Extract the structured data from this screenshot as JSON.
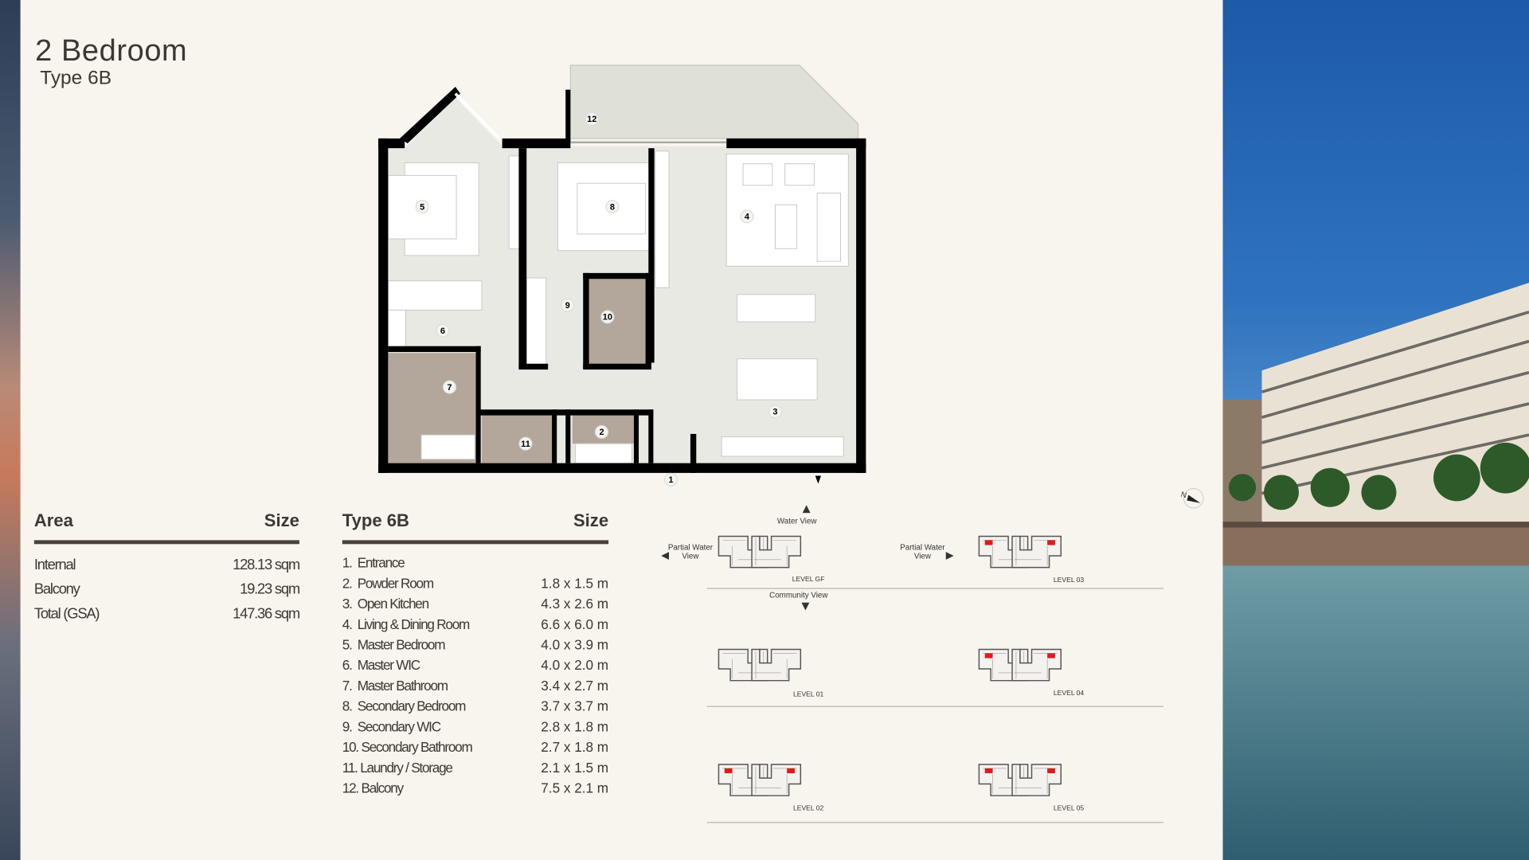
{
  "header": {
    "title": "2 Bedroom",
    "subtitle": "Type 6B"
  },
  "area_table": {
    "col1": "Area",
    "col2": "Size",
    "rows": [
      {
        "label": "Internal",
        "size": "128.13 sqm"
      },
      {
        "label": "Balcony",
        "size": "19.23 sqm"
      },
      {
        "label": "Total (GSA)",
        "size": "147.36 sqm"
      }
    ]
  },
  "rooms_table": {
    "col1": "Type 6B",
    "col2": "Size",
    "rows": [
      {
        "label": "1.  Entrance",
        "size": ""
      },
      {
        "label": "2.  Powder Room",
        "size": "1.8 x 1.5 m"
      },
      {
        "label": "3.  Open Kitchen",
        "size": "4.3 x 2.6 m"
      },
      {
        "label": "4.  Living & Dining Room",
        "size": "6.6 x 6.0 m"
      },
      {
        "label": "5.  Master Bedroom",
        "size": "4.0 x 3.9 m"
      },
      {
        "label": "6.  Master WIC",
        "size": "4.0 x 2.0 m"
      },
      {
        "label": "7.  Master Bathroom",
        "size": "3.4 x 2.7 m"
      },
      {
        "label": "8.  Secondary Bedroom",
        "size": "3.7 x 3.7 m"
      },
      {
        "label": "9.  Secondary WIC",
        "size": "2.8 x 1.8 m"
      },
      {
        "label": "10. Secondary Bathroom",
        "size": "2.7 x 1.8 m"
      },
      {
        "label": "11. Laundry / Storage",
        "size": "2.1 x 1.5 m"
      },
      {
        "label": "12. Balcony",
        "size": "7.5 x 2.1 m"
      }
    ]
  },
  "floorplan": {
    "room_numbers": [
      "1",
      "2",
      "3",
      "4",
      "5",
      "6",
      "7",
      "8",
      "9",
      "10",
      "11",
      "12"
    ]
  },
  "keyplan": {
    "views": {
      "top": "Water View",
      "bottom": "Community View",
      "left": "Partial Water View",
      "right": "Partial Water View"
    },
    "levels": [
      {
        "label": "LEVEL GF",
        "highlighted": false
      },
      {
        "label": "LEVEL 03",
        "highlighted": true
      },
      {
        "label": "LEVEL 01",
        "highlighted": false
      },
      {
        "label": "LEVEL 04",
        "highlighted": true
      },
      {
        "label": "LEVEL 02",
        "highlighted": true
      },
      {
        "label": "LEVEL 05",
        "highlighted": true
      }
    ],
    "highlight_color": "#e01b1b",
    "north_label": "N"
  },
  "colors": {
    "background": "#f8f4ee",
    "wall": "#000000",
    "wet_room": "#b3a69b",
    "floor": "#e9e9e4",
    "balcony": "#dfe0d6"
  }
}
